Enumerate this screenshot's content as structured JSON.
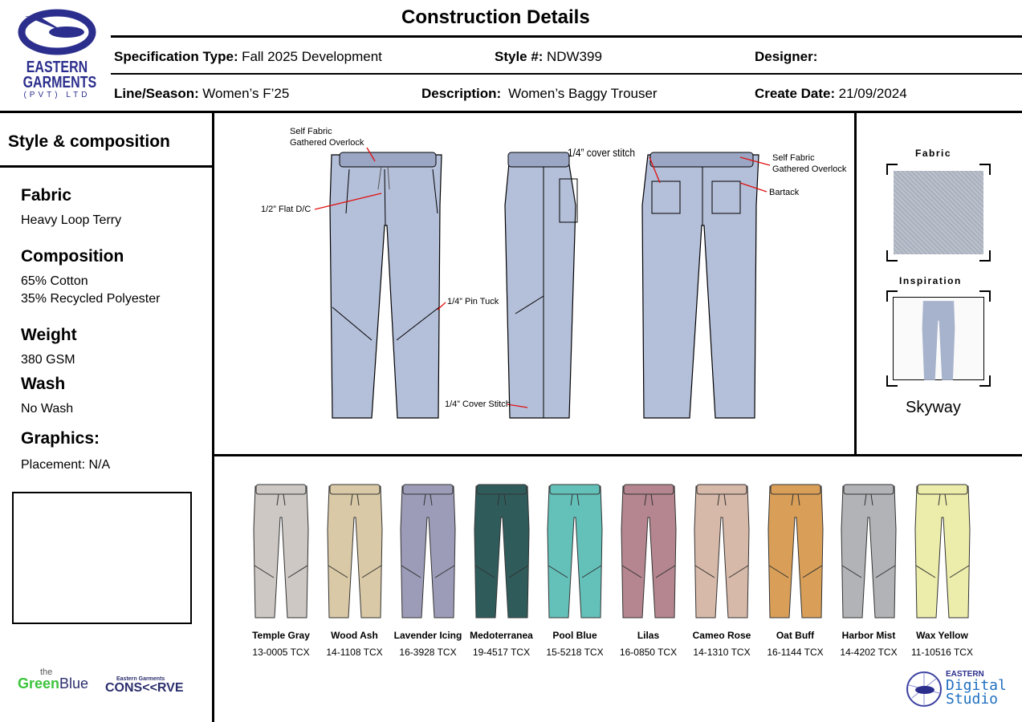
{
  "header": {
    "title": "Construction Details",
    "spec_type_label": "Specification Type:",
    "spec_type": "Fall 2025 Development",
    "style_label": "Style #:",
    "style": "NDW399",
    "designer_label": "Designer:",
    "line_label": "Line/Season:",
    "line": "Women’s  F’25",
    "desc_label": "Description:",
    "desc": "Women’s Baggy Trouser",
    "date_label": "Create Date:",
    "date": "21/09/2024"
  },
  "logo": {
    "line1": "EASTERN",
    "line2": "GARMENTS",
    "line3": "(PVT) LTD"
  },
  "left": {
    "title": "Style & composition",
    "fabric_h": "Fabric",
    "fabric": "Heavy Loop Terry",
    "comp_h": "Composition",
    "comp1": "65% Cotton",
    "comp2": "35% Recycled Polyester",
    "weight_h": "Weight",
    "weight": "380 GSM",
    "wash_h": "Wash",
    "wash": "No Wash",
    "graphics_h": "Graphics:",
    "placement": "Placement:  N/A"
  },
  "annotations": {
    "a1": "Self Fabric",
    "a1b": "Gathered Overlock",
    "a2": "1/2” Flat D/C",
    "a3": "1/4” Pin Tuck",
    "a4": "1/4” Cover Stitch",
    "a5": "1/4” cover stitch",
    "a6": "Self Fabric",
    "a6b": "Gathered Overlock",
    "a7": "Bartack"
  },
  "right": {
    "fabric_h": "Fabric",
    "insp_h": "Inspiration",
    "color_name": "Skyway"
  },
  "main_color": "#b4bfd9",
  "colorways": [
    {
      "name": "Temple Gray",
      "code": "13-0005 TCX",
      "color": "#cdc8c4"
    },
    {
      "name": "Wood Ash",
      "code": "14-1108 TCX",
      "color": "#d9c9a6"
    },
    {
      "name": "Lavender Icing",
      "code": "16-3928 TCX",
      "color": "#9c9cb9"
    },
    {
      "name": "Medoterranea",
      "code": "19-4517 TCX",
      "color": "#2f5b5b"
    },
    {
      "name": "Pool Blue",
      "code": "15-5218 TCX",
      "color": "#64c1ba"
    },
    {
      "name": "Lilas",
      "code": "16-0850 TCX",
      "color": "#b5868f"
    },
    {
      "name": "Cameo Rose",
      "code": "14-1310 TCX",
      "color": "#d7b9a9"
    },
    {
      "name": "Oat Buff",
      "code": "16-1144 TCX",
      "color": "#d99f58"
    },
    {
      "name": "Harbor Mist",
      "code": "14-4202 TCX",
      "color": "#b1b3b6"
    },
    {
      "name": "Wax Yellow",
      "code": "11-10516 TCX",
      "color": "#ecedab"
    }
  ],
  "footer": {
    "greenblue_the": "the",
    "greenblue_green": "Green",
    "greenblue_blue": "Blue",
    "conserve_top": "Eastern Garments",
    "conserve": "CONS<<RVE",
    "eds_top": "EASTERN",
    "eds1": "Digital",
    "eds2": "Studio"
  }
}
